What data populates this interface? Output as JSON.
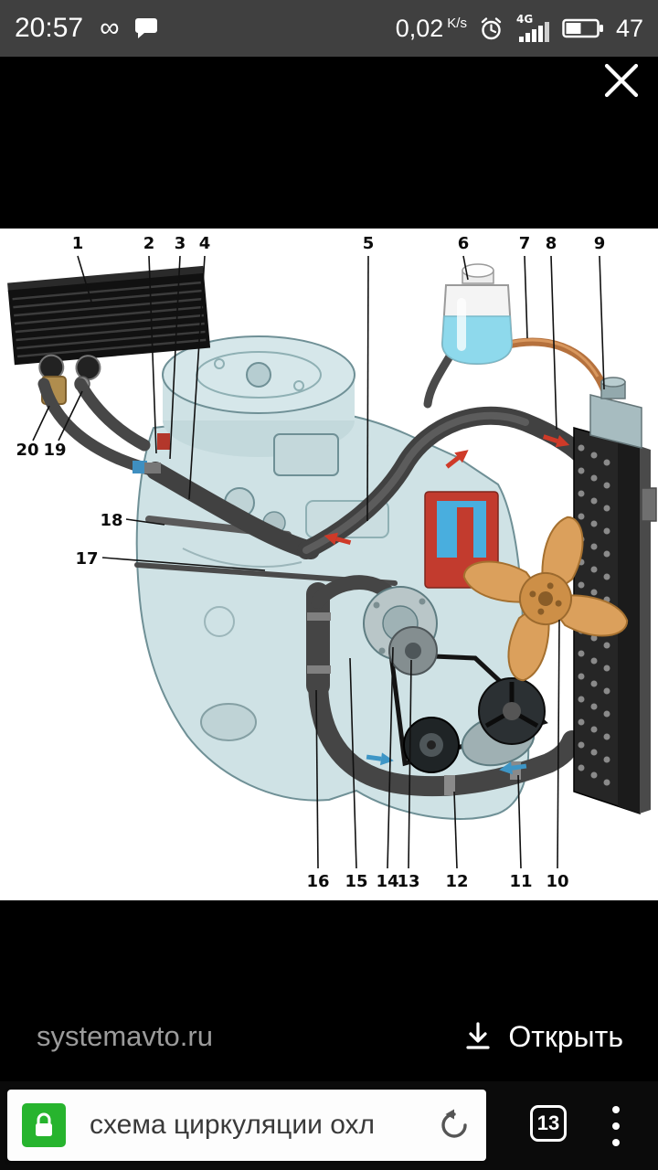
{
  "status_bar": {
    "time": "20:57",
    "infinity": "∞",
    "speed_value": "0,02",
    "speed_unit": "K/s",
    "network_type": "4G",
    "battery_percent": "47"
  },
  "viewer": {
    "site": "systemavto.ru",
    "open_label": "Открыть"
  },
  "diagram": {
    "callouts_top": [
      "1",
      "2",
      "3",
      "4",
      "5",
      "6",
      "7",
      "8",
      "9"
    ],
    "callouts_left": [
      "20",
      "19",
      "18",
      "17"
    ],
    "callouts_bottom": [
      "16",
      "15",
      "14",
      "13",
      "12",
      "11",
      "10"
    ]
  },
  "browser_bar": {
    "query": "схема циркуляции охл",
    "tab_count": "13"
  },
  "colors": {
    "accent_green": "#27b42e",
    "engine_blue": "#cfe2e5",
    "fan_tan": "#dba05c",
    "hose_gray": "#454545",
    "copper": "#b5713d"
  }
}
